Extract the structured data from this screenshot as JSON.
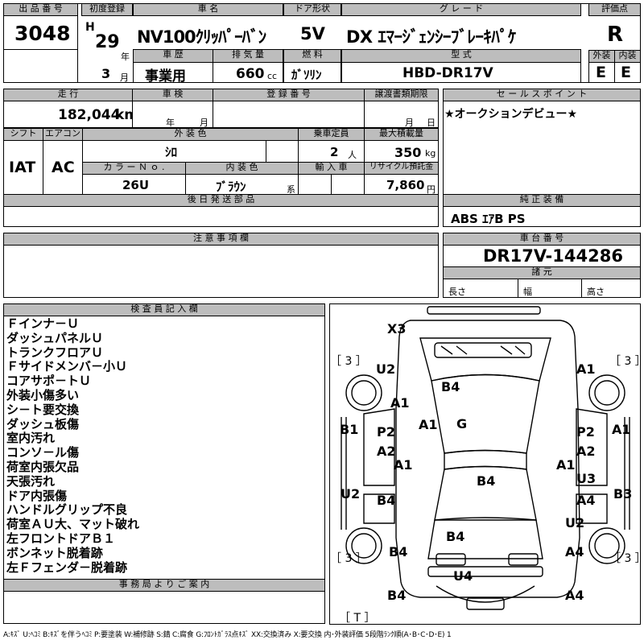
{
  "lot": {
    "header": "出 品 番 号",
    "value": "3048"
  },
  "first_reg": {
    "header": "初度登録",
    "era": "H",
    "year": "29",
    "year_unit": "年",
    "month": "3",
    "month_unit": "月"
  },
  "car_name": {
    "header": "車 名",
    "value": "NV100ｸﾘｯﾊﾟｰﾊﾞﾝ"
  },
  "door": {
    "header": "ドア形状",
    "value": "5V"
  },
  "grade": {
    "header": "グ レ ー ド",
    "value": "DX ｴﾏｰｼﾞｪﾝｼｰﾌﾞﾚｰｷﾊﾟｹ"
  },
  "score": {
    "header": "評価点",
    "value": "R",
    "ext_header": "外装",
    "ext_value": "E",
    "int_header": "内装",
    "int_value": "E"
  },
  "history": {
    "header": "車 歴",
    "value": "事業用"
  },
  "displacement": {
    "header": "排 気 量",
    "value": "660",
    "unit": "cc"
  },
  "fuel": {
    "header": "燃 料",
    "value": "ｶﾞｿﾘﾝ"
  },
  "model": {
    "header": "型 式",
    "value": "HBD-DR17V"
  },
  "mileage": {
    "header": "走 行",
    "value": "182,044",
    "unit": "km"
  },
  "inspection": {
    "header": "車 検",
    "year_unit": "年",
    "month_unit": "月"
  },
  "reg_no": {
    "header": "登 録 番 号"
  },
  "transfer": {
    "header": "譲渡書類期限",
    "month_unit": "月",
    "day_unit": "日"
  },
  "sales_point": {
    "header": "セ ー ル ス ポ イ ン ト",
    "value": "★オークションデビュー★"
  },
  "shift": {
    "header": "シフト",
    "value": "IAT"
  },
  "aircon": {
    "header": "エアコン",
    "value": "AC"
  },
  "ext_color": {
    "header": "外 装 色",
    "value": "ｼﾛ"
  },
  "capacity": {
    "header": "乗車定員",
    "value": "2",
    "unit": "人"
  },
  "max_load": {
    "header": "最大積載量",
    "value": "350",
    "unit": "kg"
  },
  "color_no": {
    "header": "カ ラ ー Ｎ ｏ .",
    "value": "26U"
  },
  "int_color": {
    "header": "内 装 色",
    "value": "ﾌﾞﾗｳﾝ",
    "unit": "系"
  },
  "import": {
    "header": "輸 入 車"
  },
  "recycle": {
    "header": "リサイクル預託金",
    "value": "7,860",
    "unit": "円"
  },
  "later_parts": {
    "header": "後 日 発 送 部 品"
  },
  "equipment": {
    "header": "純 正 装 備",
    "value": "ABS ｴｱB PS"
  },
  "cautions": {
    "header": "注 意 事 項 欄"
  },
  "chassis": {
    "header": "車 台 番 号",
    "value": "DR17V-144286"
  },
  "specs": {
    "header": "諸 元",
    "length": "長さ",
    "width": "幅",
    "height": "高さ"
  },
  "inspector": {
    "header": "検 査 員 記 入 欄",
    "notes": [
      "Ｆインナ－Ｕ",
      "ダッシュパネルＵ",
      "トランクフロアＵ",
      "Ｆサイドメンバ－小Ｕ",
      "コアサポ－トＵ",
      "外装小傷多い",
      "シ－ト要交換",
      "ダッシュ板傷",
      "室内汚れ",
      "コンソ－ル傷",
      "荷室内張欠品",
      "天張汚れ",
      "ドア内張傷",
      "ハンドルグリップ不良",
      "荷室ＡＵ大、マット破れ",
      "左フロントドアＢ１",
      "ボンネット脱着跡",
      "左Ｆフェンダ－脱着跡"
    ]
  },
  "office": {
    "header": "事 務 局 よ り ご 案 内"
  },
  "damage_marks": {
    "x3": "X3",
    "u2_l": "U2",
    "a1_tr": "A1",
    "b4_top": "B4",
    "a1_l": "A1",
    "a1_c": "A1",
    "g": "G",
    "b1": "B1",
    "p2_l": "P2",
    "p2_r": "P2",
    "a1_r": "A1",
    "a2_l": "A2",
    "a2_r": "A2",
    "a1_l2": "A1",
    "a1_r2": "A1",
    "u3": "U3",
    "b4_mid": "B4",
    "u2_l2": "U2",
    "b4_l": "B4",
    "a4_r": "A4",
    "b3": "B3",
    "u2_r": "U2",
    "b4_low": "B4",
    "b4_bl": "B4",
    "a4_br": "A4",
    "u4": "U4",
    "b4_bot": "B4",
    "a4_bot": "A4",
    "tire_tl": "［ 3 ］",
    "tire_tr": "［ 3 ］",
    "tire_bl": "［ 3 ］",
    "tire_br": "［ 3 ］",
    "spare": "［ T ］"
  },
  "legend": "A:ｷｽﾞ U:ﾍｺﾐ B:ｷｽﾞを伴うﾍｺﾐ P:要塗装 W:補修跡 S:錆 C:腐食 G:ﾌﾛﾝﾄｶﾞﾗｽ点ｷｽﾞ XX:交換済み X:要交換 内･外装評価 5段階ﾗﾝｸ順(A･B･C･D･E) 1"
}
